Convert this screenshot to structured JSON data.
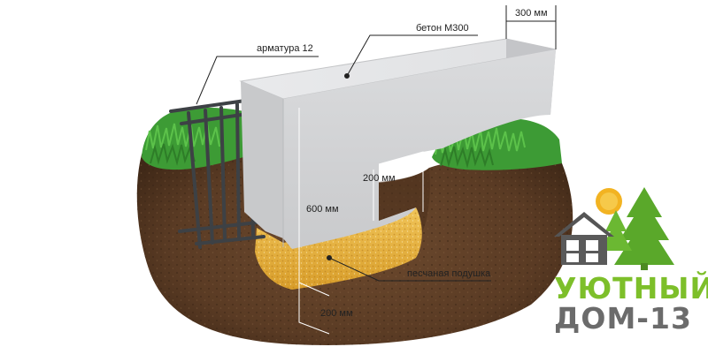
{
  "labels": {
    "concrete": "бетон М300",
    "width": "300 мм",
    "rebar": "арматура 12",
    "depth_total": "600 мм",
    "depth_upper": "200 мм",
    "sand_cushion": "песчаная подушка",
    "sand_thickness": "200 мм"
  },
  "logo": {
    "line1": "УЮТНЫЙ",
    "line2": "ДОМ-13"
  },
  "colors": {
    "concrete_top": "#e4e5e7",
    "concrete_front": "#d3d4d6",
    "sand": "#e8b43a",
    "soil": "#5e3f27",
    "grass": "#3fa037",
    "rebar": "#3d4145",
    "logo_green": "#7dbf2a",
    "logo_gray": "#6b6b6b",
    "sun": "#f2b322"
  }
}
